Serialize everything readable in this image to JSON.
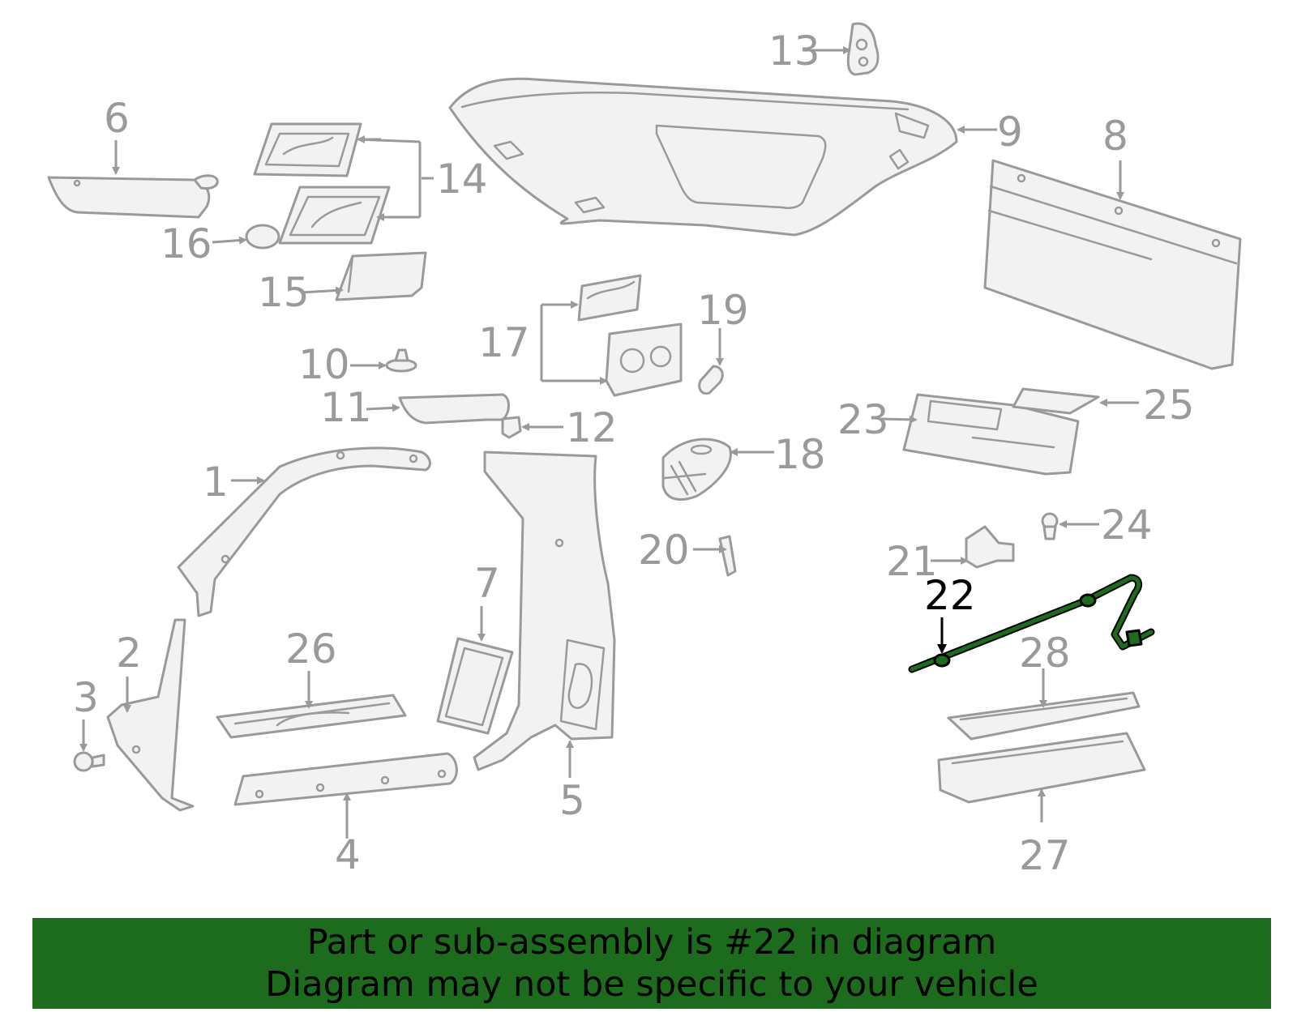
{
  "diagram": {
    "highlight_color": "#1d6b1d",
    "label_color": "#9a9a9a",
    "callouts": {
      "c1": "1",
      "c2": "2",
      "c3": "3",
      "c4": "4",
      "c5": "5",
      "c6": "6",
      "c7": "7",
      "c8": "8",
      "c9": "9",
      "c10": "10",
      "c11": "11",
      "c12": "12",
      "c13": "13",
      "c14": "14",
      "c15": "15",
      "c16": "16",
      "c17": "17",
      "c18": "18",
      "c19": "19",
      "c20": "20",
      "c21": "21",
      "c22": "22",
      "c23": "23",
      "c24": "24",
      "c25": "25",
      "c26": "26",
      "c27": "27",
      "c28": "28"
    },
    "highlighted_part": "22"
  },
  "banner": {
    "background": "#1d6b1d",
    "line1": "Part or sub-assembly is #22 in diagram",
    "line2": "Diagram may not be specific to your vehicle"
  }
}
